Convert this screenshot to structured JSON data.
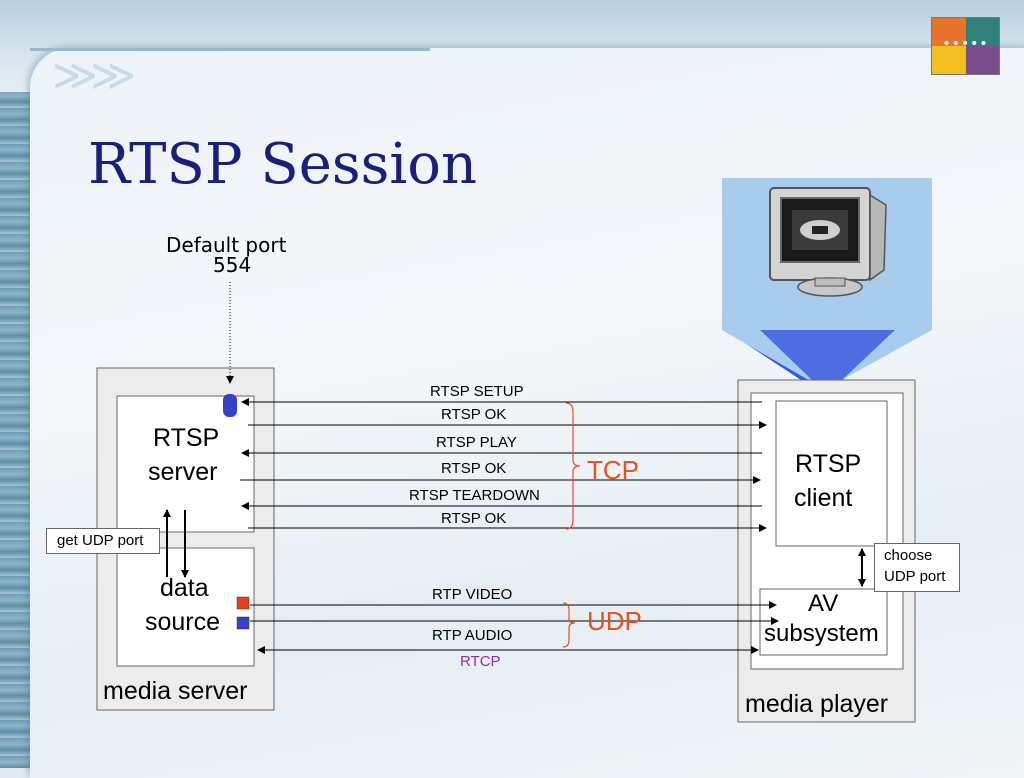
{
  "title": "RTSP Session",
  "default_port": {
    "line1": "Default port",
    "line2": "554"
  },
  "server": {
    "outer_label": "media server",
    "rtsp_label_1": "RTSP",
    "rtsp_label_2": "server",
    "data_label_1": "data",
    "data_label_2": "source",
    "udp_note": "get UDP port"
  },
  "player": {
    "outer_label": "media player",
    "rtsp_label_1": "RTSP",
    "rtsp_label_2": "client",
    "av_label_1": "AV",
    "av_label_2": "subsystem",
    "udp_note_1": "choose",
    "udp_note_2": "UDP port"
  },
  "messages": {
    "setup": "RTSP SETUP",
    "ok1": "RTSP OK",
    "play": "RTSP PLAY",
    "ok2": "RTSP OK",
    "teardown": "RTSP TEARDOWN",
    "ok3": "RTSP OK",
    "rtp_video": "RTP VIDEO",
    "rtp_audio": "RTP AUDIO",
    "rtcp": "RTCP"
  },
  "groups": {
    "tcp": "TCP",
    "udp": "UDP"
  },
  "colors": {
    "title": "#1a1f7a",
    "group_label": "#e8501e",
    "rtcp": "#8a2fb4",
    "video_port": "#e8401e",
    "audio_port": "#3a3fc8",
    "beam": "#a8ccee"
  },
  "icons": {
    "logo": "company-logo",
    "monitor": "computer-monitor-icon"
  }
}
